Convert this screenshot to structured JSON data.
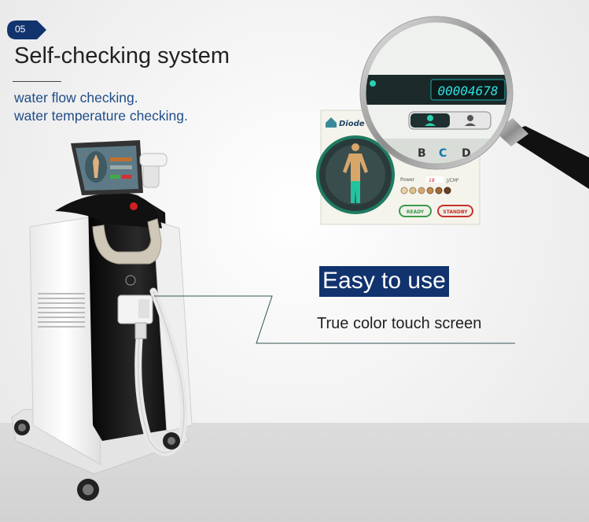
{
  "badge": {
    "number": "05",
    "color": "#11336e"
  },
  "heading": {
    "title": "Self-checking system"
  },
  "features": [
    "water flow checking.",
    "water temperature checking."
  ],
  "callout": {
    "tag": "Easy to use",
    "subtitle": "True color touch screen"
  },
  "screen": {
    "counter": "00004678",
    "app_label": "Diode L",
    "skin_types": [
      "B",
      "C",
      "D"
    ],
    "power_label": "Power",
    "unit": "J/CM²",
    "ready_label": "READY",
    "standby_label": "STANDBY"
  },
  "colors": {
    "accent": "#11336e",
    "text_blue": "#1f4d88",
    "ready": "#3a9a4a",
    "standby": "#c8302a"
  }
}
